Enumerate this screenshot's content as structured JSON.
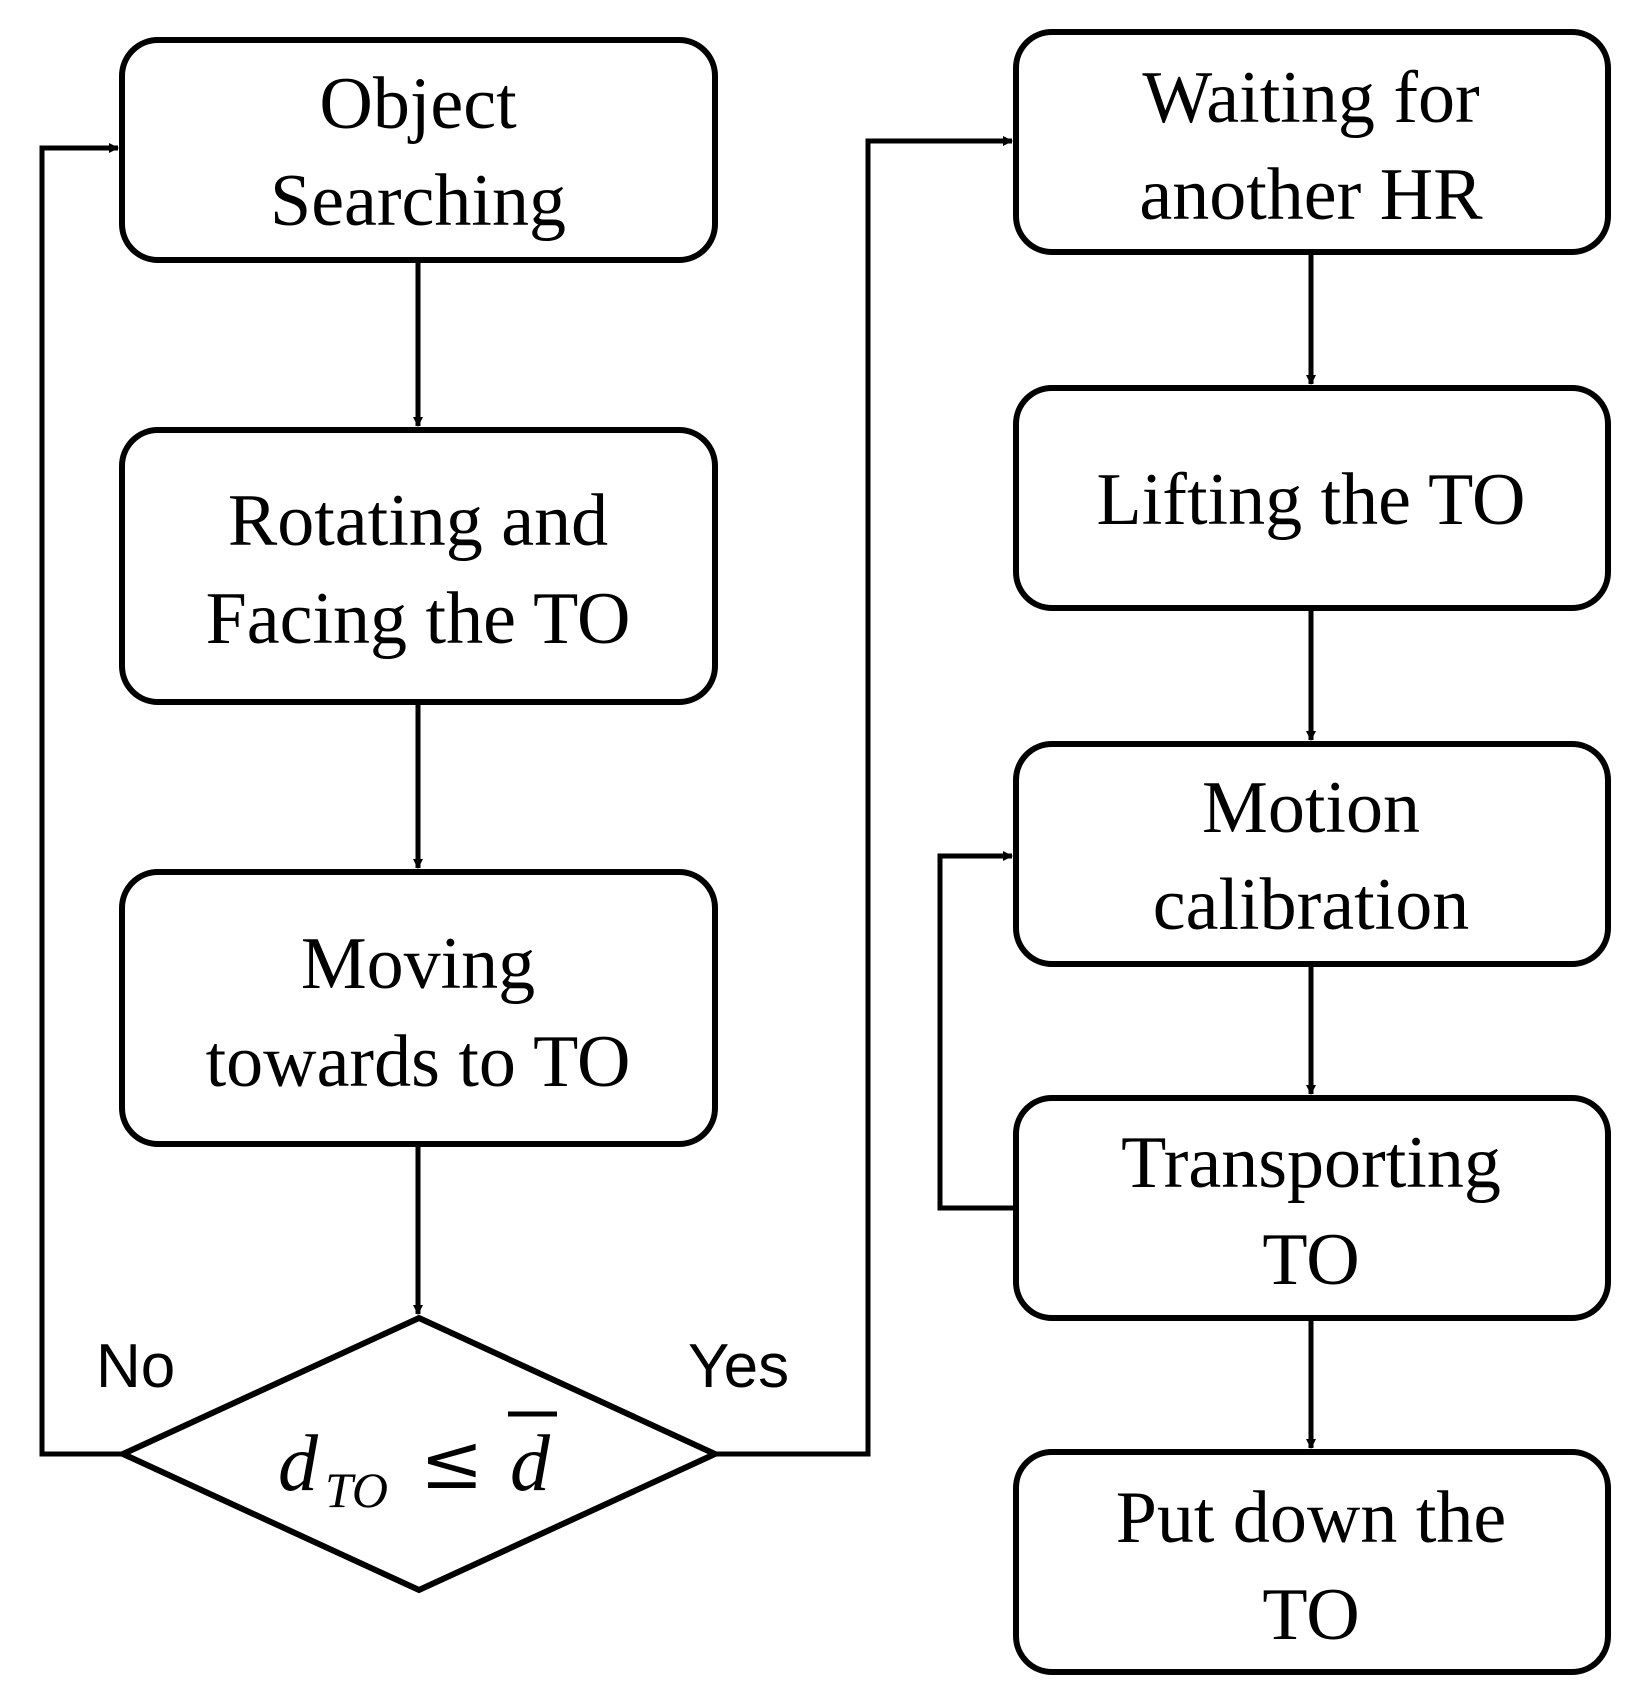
{
  "nodes": {
    "object_searching": {
      "lines": [
        "Object",
        "Searching"
      ]
    },
    "rotating_facing": {
      "lines": [
        "Rotating and",
        "Facing the TO"
      ]
    },
    "moving_towards": {
      "lines": [
        "Moving",
        "towards to TO"
      ]
    },
    "decision": {
      "var": "d",
      "sub": "TO",
      "op": "≤",
      "rhs": "d"
    },
    "waiting": {
      "lines": [
        "Waiting for",
        "another HR"
      ]
    },
    "lifting": {
      "lines": [
        "Lifting the TO"
      ]
    },
    "motion_calibration": {
      "lines": [
        "Motion",
        "calibration"
      ]
    },
    "transporting": {
      "lines": [
        "Transporting",
        "TO"
      ]
    },
    "put_down": {
      "lines": [
        "Put down the",
        "TO"
      ]
    }
  },
  "branches": {
    "no": "No",
    "yes": "Yes"
  }
}
